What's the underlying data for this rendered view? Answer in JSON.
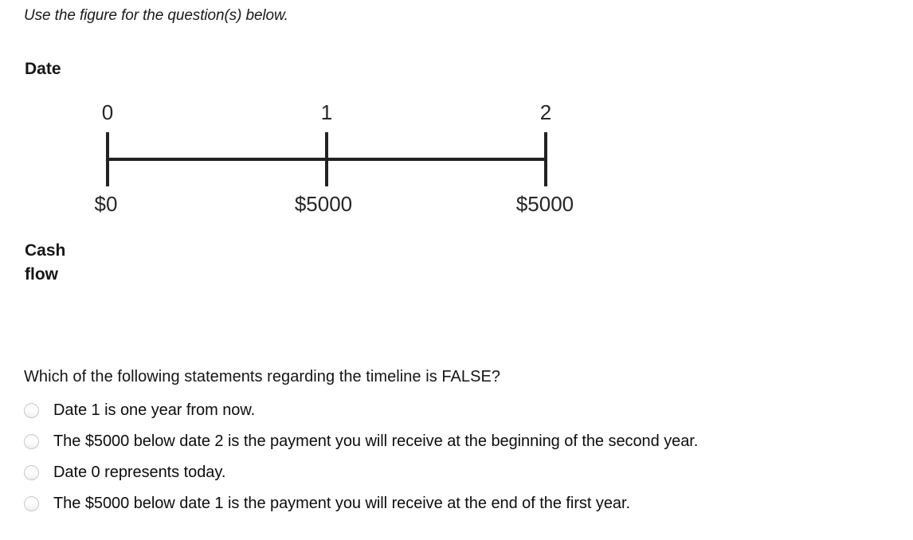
{
  "intro": {
    "text": "Use the figure for the question(s) below."
  },
  "figure": {
    "date_axis_label": "Date",
    "cash_flow_axis_label": "Cash\nflow",
    "dates": [
      "0",
      "1",
      "2"
    ],
    "cash_flows": [
      "$0",
      "$5000",
      "$5000"
    ]
  },
  "chart_data": {
    "type": "timeline",
    "title": "",
    "xlabel": "Date",
    "ylabel": "Cash flow",
    "categories": [
      "0",
      "1",
      "2"
    ],
    "tick_labels": [
      "0",
      "1",
      "2"
    ],
    "values": [
      0,
      5000,
      5000
    ],
    "value_labels": [
      "$0",
      "$5000",
      "$5000"
    ],
    "axis_color": "#222222",
    "grid": false,
    "legend": "none"
  },
  "question": {
    "prompt": "Which of the following statements regarding the timeline is FALSE?",
    "options": [
      {
        "label": "Date 1 is one year from now."
      },
      {
        "label": "The $5000 below date 2 is the payment you will receive at the beginning of the second year."
      },
      {
        "label": "Date 0 represents today."
      },
      {
        "label": "The $5000 below date 1 is the payment you will receive at the end of the first year."
      }
    ]
  }
}
